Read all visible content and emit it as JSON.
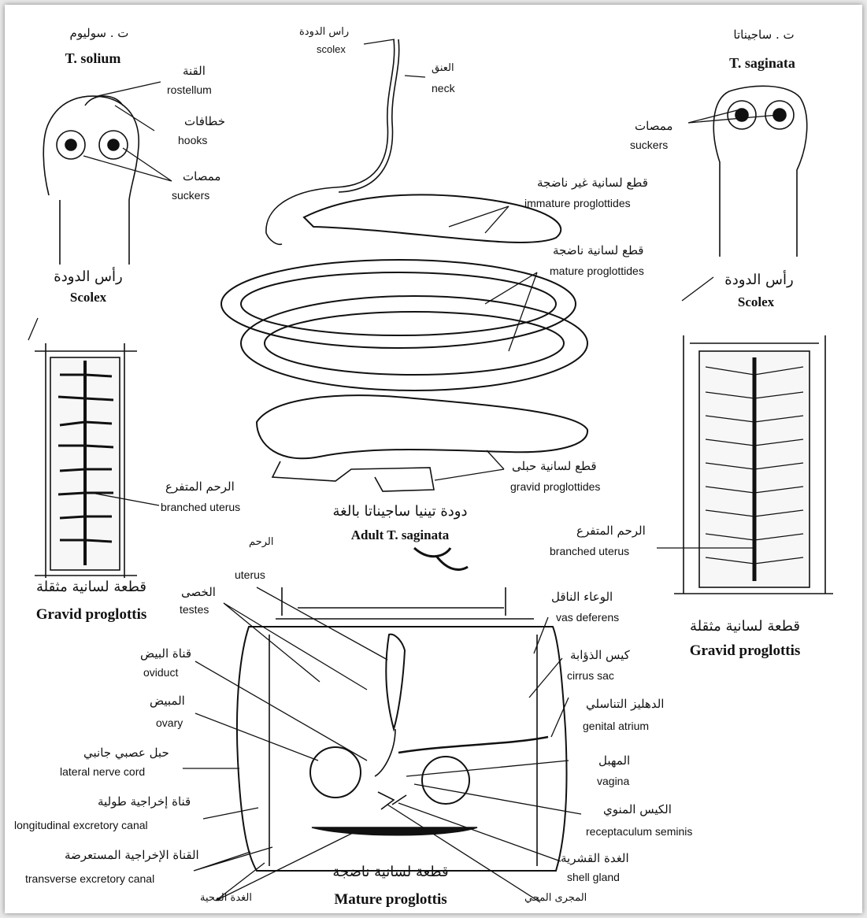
{
  "solium": {
    "title_ar": "ت . سوليوم",
    "title_en": "T. solium",
    "rostellum_ar": "القنة",
    "rostellum_en": "rostellum",
    "hooks_ar": "خطافات",
    "hooks_en": "hooks",
    "suckers_ar": "ممصات",
    "suckers_en": "suckers",
    "scolex_ar": "رأس الدودة",
    "scolex_en": "Scolex",
    "uterus_ar": "الرحم المتفرع",
    "uterus_en": "branched uterus",
    "gravid_ar": "قطعة لسانية مثقلة",
    "gravid_en": "Gravid proglottis"
  },
  "adult": {
    "scolex_ar": "راس الدودة",
    "scolex_en": "scolex",
    "neck_ar": "العنق",
    "neck_en": "neck",
    "immature_ar": "قطع لسانية غير ناضجة",
    "immature_en": "immature proglottides",
    "mature_ar": "قطع لسانية ناضجة",
    "mature_en": "mature proglottides",
    "gravid_ar": "قطع لسانية حبلى",
    "gravid_en": "gravid proglottides",
    "caption_ar": "دودة تينيا ساجيناتا بالغة",
    "caption_en": "Adult T. saginata"
  },
  "saginata": {
    "title_ar": "ت . ساجيناتا",
    "title_en": "T. saginata",
    "suckers_ar": "ممصات",
    "suckers_en": "suckers",
    "scolex_ar": "رأس الدودة",
    "scolex_en": "Scolex",
    "uterus_ar": "الرحم المتفرع",
    "uterus_en": "branched uterus",
    "gravid_ar": "قطعة لسانية مثقلة",
    "gravid_en": "Gravid proglottis"
  },
  "mature": {
    "uterus_ar": "الرحم",
    "uterus_en": "uterus",
    "testes_ar": "الخصى",
    "testes_en": "testes",
    "oviduct_ar": "قناة البيض",
    "oviduct_en": "oviduct",
    "ovary_ar": "المبيض",
    "ovary_en": "ovary",
    "nerve_ar": "حبل عصبي جانبي",
    "nerve_en": "lateral nerve cord",
    "longcanal_ar": "قناة إخراجية طولية",
    "longcanal_en": "longitudinal excretory canal",
    "transcanal_ar": "القناة الإخراجية المستعرضة",
    "transcanal_en": "transverse excretory canal",
    "yolk_ar": "الغدة المحية",
    "vasdef_ar": "الوعاء الناقل",
    "vasdef_en": "vas deferens",
    "cirrus_ar": "كيس الذؤابة",
    "cirrus_en": "cirrus sac",
    "atrium_ar": "الدهليز التناسلي",
    "atrium_en": "genital atrium",
    "vagina_ar": "المهبل",
    "vagina_en": "vagina",
    "recept_ar": "الكيس المنوي",
    "recept_en": "receptaculum seminis",
    "shell_ar": "الغدة القشرية",
    "shell_en": "shell gland",
    "vitduct_ar": "المجرى المحي",
    "caption_ar": "قطعة لسانية ناضجة",
    "caption_en": "Mature proglottis"
  }
}
